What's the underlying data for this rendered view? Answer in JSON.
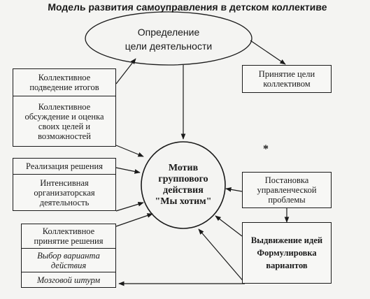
{
  "title": "Модель развития самоуправления в детском коллективе",
  "top_oval": {
    "line1": "Определение",
    "line2": "цели деятельности"
  },
  "center_circle": {
    "line1": "Мотив",
    "line2": "группового",
    "line3": "действия",
    "line4": "\"Мы хотим\""
  },
  "top_right_box": {
    "line1": "Принятие цели",
    "line2": "коллективом"
  },
  "left_box1": {
    "cell1": {
      "line1": "Коллективное",
      "line2": "подведение итогов"
    },
    "cell2": {
      "line1": "Коллективное",
      "line2": "обсуждение и оценка",
      "line3": "своих целей и",
      "line4": "возможностей"
    }
  },
  "left_box2": {
    "cell1": "Реализация решения",
    "cell2": {
      "line1": "Интенсивная",
      "line2": "организаторская",
      "line3": "деятельность"
    }
  },
  "left_box3": {
    "cell1": {
      "line1": "Коллективное",
      "line2": "принятие решения"
    },
    "cell2": {
      "line1": "Выбор варианта",
      "line2": "действия"
    },
    "cell3": "Мозговой штурм"
  },
  "right_box1": {
    "line1": "Постановка",
    "line2": "управленческой",
    "line3": "проблемы"
  },
  "right_box2": {
    "line1": "Выдвижение идей",
    "line2": "Формулировка",
    "line3": "вариантов"
  },
  "star": "*"
}
